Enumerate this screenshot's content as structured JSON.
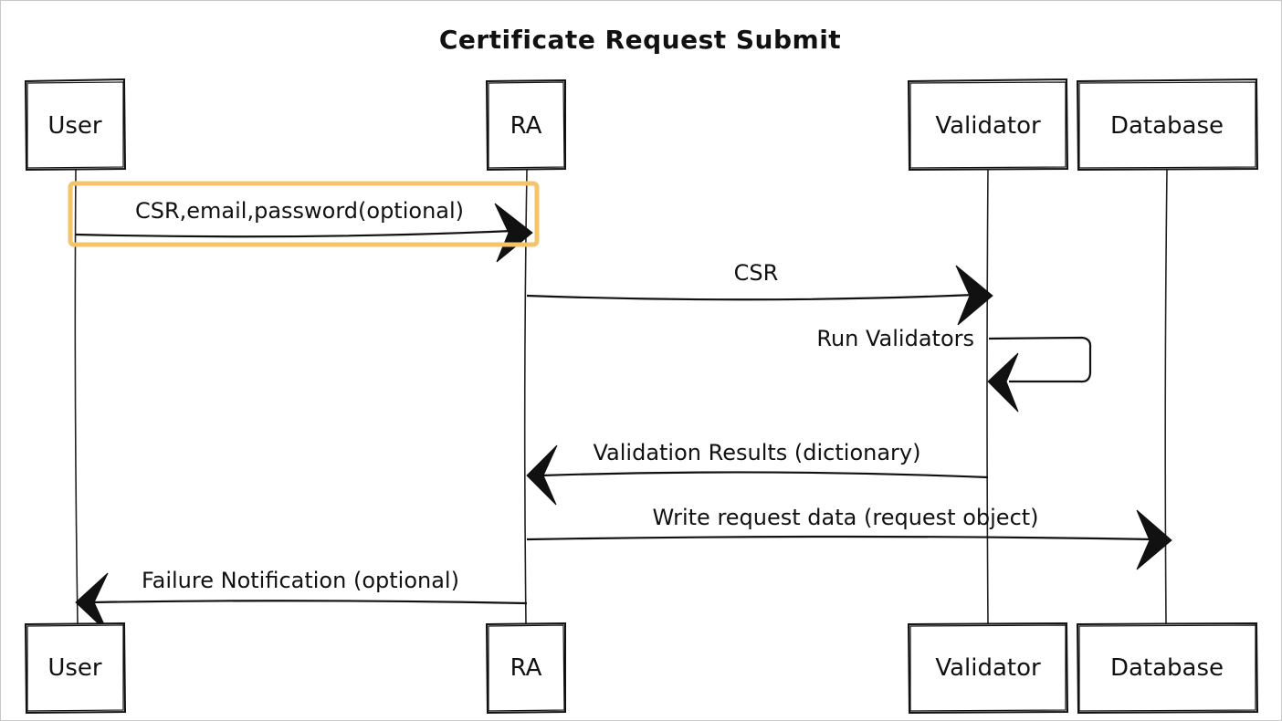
{
  "diagram": {
    "title": "Certificate Request Submit",
    "participants": [
      {
        "id": "user",
        "label": "User"
      },
      {
        "id": "ra",
        "label": "RA"
      },
      {
        "id": "validator",
        "label": "Validator"
      },
      {
        "id": "database",
        "label": "Database"
      }
    ],
    "messages": [
      {
        "id": "m1",
        "from": "User",
        "to": "RA",
        "label": "CSR,email,password(optional)",
        "highlighted": true
      },
      {
        "id": "m2",
        "from": "RA",
        "to": "Validator",
        "label": "CSR",
        "highlighted": false
      },
      {
        "id": "m3",
        "from": "Validator",
        "to": "Validator",
        "label": "Run Validators",
        "highlighted": false
      },
      {
        "id": "m4",
        "from": "Validator",
        "to": "RA",
        "label": "Validation Results (dictionary)",
        "highlighted": false
      },
      {
        "id": "m5",
        "from": "RA",
        "to": "Database",
        "label": "Write request data (request object)",
        "highlighted": false
      },
      {
        "id": "m6",
        "from": "RA",
        "to": "User",
        "label": "Failure Notification (optional)",
        "highlighted": false
      }
    ],
    "highlight_color": "#f5c46a"
  }
}
